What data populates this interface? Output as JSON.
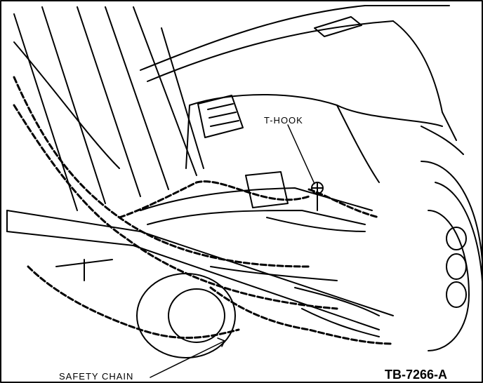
{
  "labels": {
    "t_hook": "T-HOOK",
    "safety_chain": "SAFETY CHAIN",
    "figure_id": "TB-7266-A"
  },
  "colors": {
    "ink": "#000000",
    "paper": "#ffffff"
  }
}
